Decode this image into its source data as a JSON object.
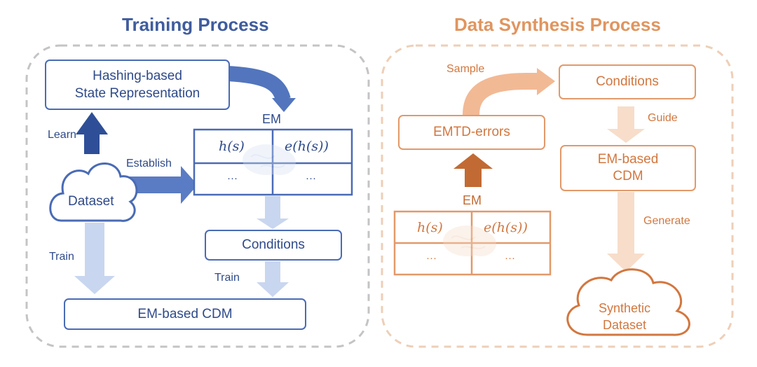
{
  "training": {
    "title": "Training Process",
    "hashing_line1": "Hashing-based",
    "hashing_line2": "State Representation",
    "em_title": "EM",
    "cell_h": "h(s)",
    "cell_e": "e(h(s))",
    "cell_dots_1": "···",
    "cell_dots_2": "···",
    "learn": "Learn",
    "establish": "Establish",
    "dataset": "Dataset",
    "train_left": "Train",
    "conditions": "Conditions",
    "train_mid": "Train",
    "cdm": "EM-based CDM"
  },
  "synthesis": {
    "title": "Data Synthesis Process",
    "sample": "Sample",
    "conditions": "Conditions",
    "guide": "Guide",
    "emtd": "EMTD-errors",
    "cdm_line1": "EM-based",
    "cdm_line2": "CDM",
    "em_title": "EM",
    "cell_h": "h(s)",
    "cell_e": "e(h(s))",
    "cell_dots_1": "···",
    "cell_dots_2": "···",
    "generate": "Generate",
    "synthetic_line1": "Synthetic",
    "synthetic_line2": "Dataset"
  },
  "colors": {
    "blue_dark": "#2f4a8a",
    "blue_border": "#4a6bb5",
    "blue_light": "#c5d3ee",
    "orange_text": "#d2773f",
    "orange_border": "#e2996a",
    "orange_light": "#f6dcc8",
    "panel_border": "#c8c8c8"
  },
  "icons": [
    "cloud-icon",
    "brain-icon",
    "arrow-icon"
  ]
}
